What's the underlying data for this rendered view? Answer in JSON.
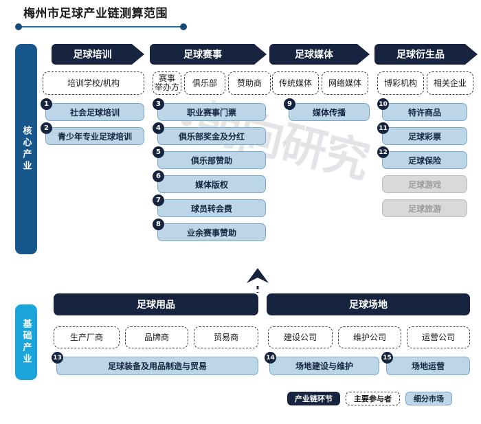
{
  "title": "梅州市足球产业链测算范围",
  "watermark": "朝向研究",
  "axes": {
    "core_label": "核心产业",
    "basic_label": "基础产业"
  },
  "core": {
    "columns": [
      {
        "header": "足球培训",
        "participants": [
          "培训学校/机构"
        ],
        "segments": [
          {
            "no": "1",
            "label": "社会足球培训",
            "disabled": false
          },
          {
            "no": "2",
            "label": "青少年专业足球培训",
            "disabled": false
          }
        ]
      },
      {
        "header": "足球赛事",
        "participants": [
          "赛事\n举办方",
          "俱乐部",
          "赞助商"
        ],
        "segments": [
          {
            "no": "3",
            "label": "职业赛事门票",
            "disabled": false
          },
          {
            "no": "4",
            "label": "俱乐部奖金及分红",
            "disabled": false
          },
          {
            "no": "5",
            "label": "俱乐部赞助",
            "disabled": false
          },
          {
            "no": "6",
            "label": "媒体版权",
            "disabled": false
          },
          {
            "no": "7",
            "label": "球员转会费",
            "disabled": false
          },
          {
            "no": "8",
            "label": "业余赛事赞助",
            "disabled": false
          }
        ]
      },
      {
        "header": "足球媒体",
        "participants": [
          "传统媒体",
          "网络媒体"
        ],
        "segments": [
          {
            "no": "9",
            "label": "媒体传播",
            "disabled": false
          }
        ]
      },
      {
        "header": "足球衍生品",
        "participants": [
          "博彩机构",
          "相关企业"
        ],
        "segments": [
          {
            "no": "10",
            "label": "特许商品",
            "disabled": false
          },
          {
            "no": "11",
            "label": "足球彩票",
            "disabled": false
          },
          {
            "no": "12",
            "label": "足球保险",
            "disabled": false
          },
          {
            "no": "",
            "label": "足球游戏",
            "disabled": true
          },
          {
            "no": "",
            "label": "足球旅游",
            "disabled": true
          }
        ]
      }
    ]
  },
  "basic": {
    "sections": [
      {
        "header": "足球用品",
        "participants": [
          "生产厂商",
          "品牌商",
          "贸易商"
        ],
        "segments": [
          {
            "no": "13",
            "label": "足球装备及用品制造与贸易",
            "disabled": false
          }
        ]
      },
      {
        "header": "足球场地",
        "participants": [
          "建设公司",
          "维护公司",
          "运营公司"
        ],
        "segments": [
          {
            "no": "14",
            "label": "场地建设与维护",
            "disabled": false
          },
          {
            "no": "15",
            "label": "场地运营",
            "disabled": false
          }
        ]
      }
    ]
  },
  "legend": [
    {
      "label": "产业链环节",
      "style": "dark"
    },
    {
      "label": "主要参与者",
      "style": "dash"
    },
    {
      "label": "细分市场",
      "style": "blue"
    }
  ]
}
